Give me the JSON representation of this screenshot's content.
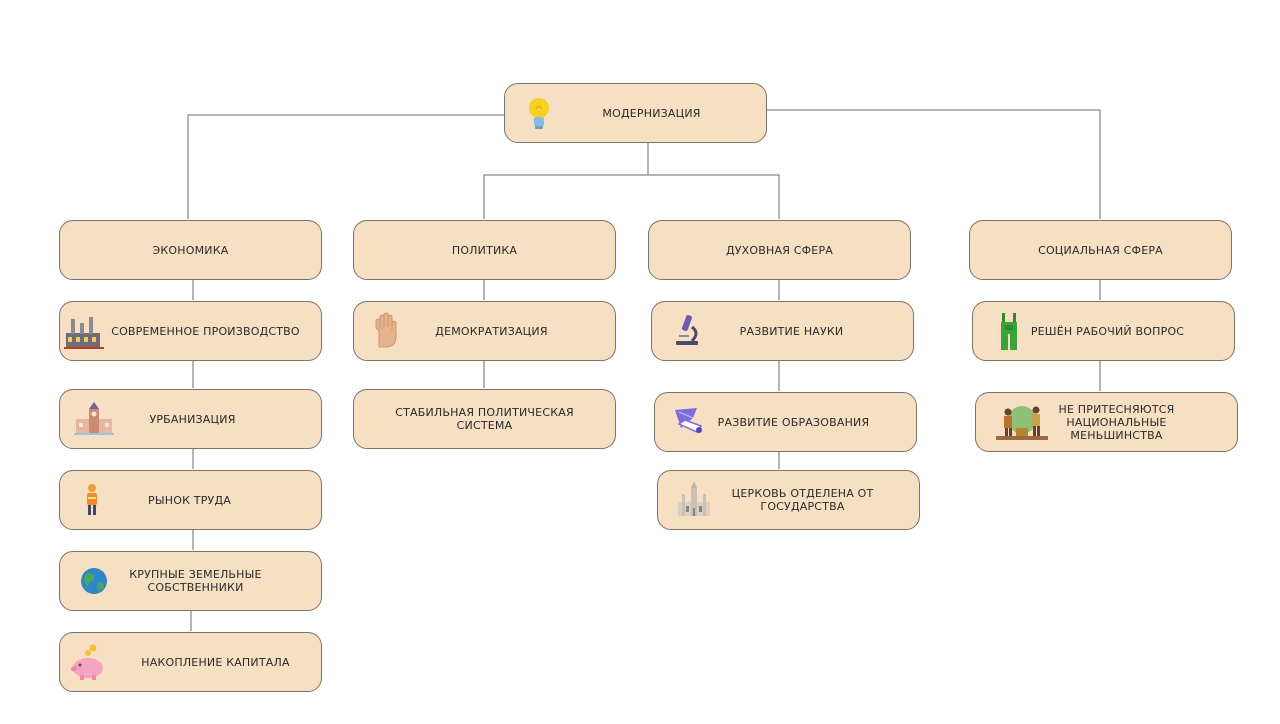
{
  "diagram": {
    "root": {
      "label": "МОДЕРНИЗАЦИЯ",
      "icon": "lightbulb-icon"
    },
    "branches": [
      {
        "label": "ЭКОНОМИКА",
        "items": [
          {
            "label": "СОВРЕМЕННОЕ ПРОИЗВОДСТВО",
            "icon": "factory-icon"
          },
          {
            "label": "УРБАНИЗАЦИЯ",
            "icon": "city-icon"
          },
          {
            "label": "РЫНОК ТРУДА",
            "icon": "worker-icon"
          },
          {
            "label": "КРУПНЫЕ ЗЕМЕЛЬНЫЕ СОБСТВЕННИКИ",
            "icon": "globe-icon"
          },
          {
            "label": "НАКОПЛЕНИЕ КАПИТАЛА",
            "icon": "piggy-bank-icon"
          }
        ]
      },
      {
        "label": "ПОЛИТИКА",
        "items": [
          {
            "label": "ДЕМОКРАТИЗАЦИЯ",
            "icon": "raised-hand-icon"
          },
          {
            "label": "СТАБИЛЬНАЯ ПОЛИТИЧЕСКАЯ СИСТЕМА",
            "icon": ""
          }
        ]
      },
      {
        "label": "ДУХОВНАЯ СФЕРА",
        "items": [
          {
            "label": "РАЗВИТИЕ НАУКИ",
            "icon": "microscope-icon"
          },
          {
            "label": "РАЗВИТИЕ ОБРАЗОВАНИЯ",
            "icon": "education-icon"
          },
          {
            "label": "ЦЕРКОВЬ ОТДЕЛЕНА ОТ ГОСУДАРСТВА",
            "icon": "cathedral-icon"
          }
        ]
      },
      {
        "label": "СОЦИАЛЬНАЯ СФЕРА",
        "items": [
          {
            "label": "РЕШЁН РАБОЧИЙ ВОПРОС",
            "icon": "overalls-icon"
          },
          {
            "label": "НЕ ПРИТЕСНЯЮТСЯ НАЦИОНАЛЬНЫЕ МЕНЬШИНСТВА",
            "icon": "people-icon"
          }
        ]
      }
    ]
  },
  "colors": {
    "box_fill": "#f6dfc2",
    "box_border": "#7d7468",
    "connector": "#6b6b6b",
    "text": "#2a2a2a"
  }
}
